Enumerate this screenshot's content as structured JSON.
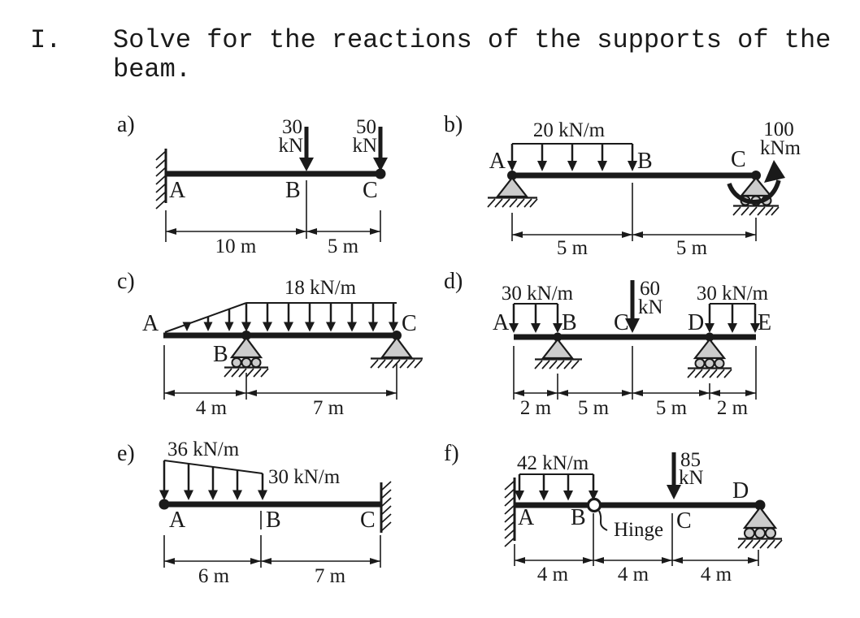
{
  "page": {
    "background": "#ffffff",
    "ink_color": "#1a1a1a",
    "support_fill": "#cccccc"
  },
  "header": {
    "numeral": "I.",
    "instruction_line1": "Solve for the reactions of the supports of the",
    "instruction_line2": "beam."
  },
  "diagrams": {
    "a": {
      "label": "a)",
      "points": {
        "A": "A",
        "B": "B",
        "C": "C"
      },
      "load1": {
        "line1": "30",
        "line2": "kN"
      },
      "load2": {
        "line1": "50",
        "line2": "kN"
      },
      "dims": {
        "seg1": "10 m",
        "seg2": "5 m"
      },
      "structure": {
        "supports": [
          "fixed wall at A (left end)"
        ],
        "loads": [
          "30 kN downward point load at B",
          "50 kN downward point load at C (free end)"
        ],
        "spans": [
          "A-B = 10 m",
          "B-C = 5 m"
        ]
      }
    },
    "b": {
      "label": "b)",
      "dist_load": "20 kN/m",
      "moment": {
        "line1": "100",
        "line2": "kNm"
      },
      "points": {
        "A": "A",
        "B": "B",
        "C": "C"
      },
      "dims": {
        "seg1": "5 m",
        "seg2": "5 m"
      },
      "structure": {
        "supports": [
          "pin at A",
          "roller at C"
        ],
        "loads": [
          "20 kN/m uniform load from A to B",
          "100 kNm counterclockwise moment at C"
        ],
        "spans": [
          "A-B = 5 m",
          "B-C = 5 m"
        ]
      }
    },
    "c": {
      "label": "c)",
      "dist_load": "18 kN/m",
      "points": {
        "A": "A",
        "B": "B",
        "C": "C"
      },
      "dims": {
        "seg1": "4 m",
        "seg2": "7 m"
      },
      "structure": {
        "supports": [
          "roller at B",
          "pin at C"
        ],
        "loads": [
          "triangular load rising from 0 at A to 18 kN/m at B",
          "uniform 18 kN/m from B to C"
        ],
        "spans": [
          "A-B = 4 m",
          "B-C = 7 m"
        ]
      }
    },
    "d": {
      "label": "d)",
      "dist_load_left": "30 kN/m",
      "dist_load_right": "30 kN/m",
      "point_load": {
        "line1": "60",
        "line2": "kN"
      },
      "points": {
        "A": "A",
        "B": "B",
        "C": "C",
        "D": "D",
        "E": "E"
      },
      "dims": {
        "seg1": "2 m",
        "seg2": "5 m",
        "seg3": "5 m",
        "seg4": "2 m"
      },
      "structure": {
        "supports": [
          "pin at B",
          "roller at D"
        ],
        "loads": [
          "30 kN/m uniform load A to B",
          "60 kN downward point load at C",
          "30 kN/m uniform load D to E"
        ],
        "spans": [
          "A-B = 2 m",
          "B-C = 5 m",
          "C-D = 5 m",
          "D-E = 2 m"
        ]
      }
    },
    "e": {
      "label": "e)",
      "load_start": "36 kN/m",
      "load_end": "30 kN/m",
      "points": {
        "A": "A",
        "B": "B",
        "C": "C"
      },
      "dims": {
        "seg1": "6 m",
        "seg2": "7 m"
      },
      "structure": {
        "supports": [
          "fixed wall at C (right end)"
        ],
        "loads": [
          "trapezoidal load from 36 kN/m at A to 30 kN/m at B"
        ],
        "spans": [
          "A-B = 6 m",
          "B-C = 7 m"
        ]
      }
    },
    "f": {
      "label": "f)",
      "dist_load": "42 kN/m",
      "point_load": {
        "line1": "85",
        "line2": "kN"
      },
      "hinge_label": "Hinge",
      "points": {
        "A": "A",
        "B": "B",
        "C": "C",
        "D": "D"
      },
      "dims": {
        "seg1": "4 m",
        "seg2": "4 m",
        "seg3": "4 m"
      },
      "structure": {
        "supports": [
          "fixed wall at A (left end)",
          "roller at D"
        ],
        "loads": [
          "42 kN/m uniform load A to B",
          "85 kN downward point load at C"
        ],
        "details": [
          "internal hinge at B"
        ],
        "spans": [
          "A-B = 4 m",
          "B-C = 4 m",
          "C-D = 4 m"
        ]
      }
    }
  }
}
